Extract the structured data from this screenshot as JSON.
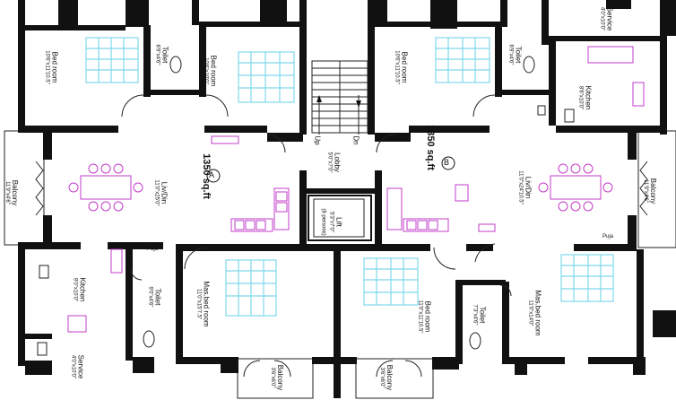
{
  "rooms": {
    "bed_tl1": {
      "name": "Bed room",
      "size": "10'6\"x11'10.5\""
    },
    "toilet_tl": {
      "name": "Toilet",
      "size": "6'9\"x4'6\""
    },
    "bed_tl2": {
      "name": "Bed room",
      "size": "10'6\"x10'0\""
    },
    "bed_tr": {
      "name": "Bed room",
      "size": "10'6\"x11'10.5\""
    },
    "toilet_tr": {
      "name": "Toilet",
      "size": "6'9\"x4'6\""
    },
    "service_tr": {
      "name": "Service",
      "size": "4'0\"x10'0\""
    },
    "kitchen_tr": {
      "name": "Kitchen",
      "size": "8'6\"x10'0\""
    },
    "balcony_l": {
      "name": "Balcony",
      "size": "11'9\"x4'6\""
    },
    "livdin_a": {
      "name": "Liv/Din",
      "size": "11'0\"x25'0\""
    },
    "lobby": {
      "name": "Lobby",
      "size": "5'0\"x7'0\""
    },
    "lift": {
      "name": "Lift",
      "size": "5'3\"x7'0\"",
      "capacity": "(8 persons)"
    },
    "livdin_b": {
      "name": "Liv/Din",
      "size": "11'0\"x24'10.5\""
    },
    "balcony_r": {
      "name": "Balcony",
      "size": "11'9\"x4'6\""
    },
    "kitchen_bl": {
      "name": "Kitchen",
      "size": "9'0\"x10'0\""
    },
    "toilet_bl": {
      "name": "Toilet",
      "size": "9'0\"x4'6\""
    },
    "service_bl": {
      "name": "Service",
      "size": "4'0\"x10'0\""
    },
    "masbed_bl": {
      "name": "Mas.bed room",
      "size": "11'0\"x15'7.5\""
    },
    "bed_bc": {
      "name": "Bed room",
      "size": "11'0\"x11'10.5\""
    },
    "toilet_br": {
      "name": "Toilet",
      "size": "7'3\"x4'6\""
    },
    "masbed_br": {
      "name": "Mas.bed room",
      "size": "11'0\"x14'0\""
    },
    "balcony_b1": {
      "name": "Balcony",
      "size": "3'6\"x6'0\""
    },
    "balcony_b2": {
      "name": "Balcony",
      "size": "3'6\"x6'0\""
    }
  },
  "flats": {
    "a": {
      "letter": "A",
      "area": "1350 sq.ft"
    },
    "b": {
      "letter": "B",
      "area": "1350 sq.ft"
    }
  },
  "stair": {
    "up": "Up",
    "down": "Dn"
  },
  "pooja": {
    "left": "Puja",
    "right": "Puja"
  }
}
